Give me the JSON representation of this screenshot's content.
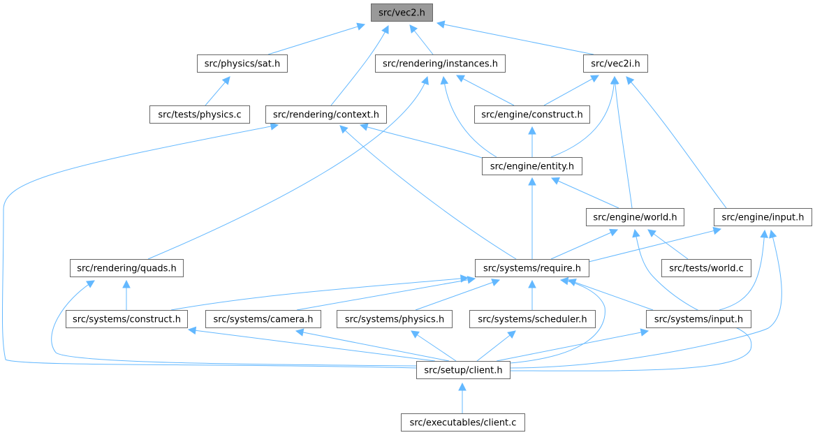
{
  "colors": {
    "edge": "#63b8ff",
    "node_border": "#666666",
    "focus_fill": "#999999",
    "node_fill": "#ffffff"
  },
  "nodes": [
    {
      "id": "vec2_h",
      "label": "src/vec2.h",
      "focus": true
    },
    {
      "id": "physics_sat_h",
      "label": "src/physics/sat.h"
    },
    {
      "id": "rendering_instances_h",
      "label": "src/rendering/instances.h"
    },
    {
      "id": "vec2i_h",
      "label": "src/vec2i.h"
    },
    {
      "id": "tests_physics_c",
      "label": "src/tests/physics.c"
    },
    {
      "id": "rendering_context_h",
      "label": "src/rendering/context.h"
    },
    {
      "id": "engine_construct_h",
      "label": "src/engine/construct.h"
    },
    {
      "id": "engine_entity_h",
      "label": "src/engine/entity.h"
    },
    {
      "id": "engine_world_h",
      "label": "src/engine/world.h"
    },
    {
      "id": "engine_input_h",
      "label": "src/engine/input.h"
    },
    {
      "id": "rendering_quads_h",
      "label": "src/rendering/quads.h"
    },
    {
      "id": "systems_require_h",
      "label": "src/systems/require.h"
    },
    {
      "id": "tests_world_c",
      "label": "src/tests/world.c"
    },
    {
      "id": "systems_construct_h",
      "label": "src/systems/construct.h"
    },
    {
      "id": "systems_camera_h",
      "label": "src/systems/camera.h"
    },
    {
      "id": "systems_physics_h",
      "label": "src/systems/physics.h"
    },
    {
      "id": "systems_scheduler_h",
      "label": "src/systems/scheduler.h"
    },
    {
      "id": "systems_input_h",
      "label": "src/systems/input.h"
    },
    {
      "id": "setup_client_h",
      "label": "src/setup/client.h"
    },
    {
      "id": "executables_client_c",
      "label": "src/executables/client.c"
    }
  ],
  "edges": [
    {
      "from": "physics_sat_h",
      "to": "vec2_h"
    },
    {
      "from": "rendering_context_h",
      "to": "vec2_h"
    },
    {
      "from": "rendering_instances_h",
      "to": "vec2_h"
    },
    {
      "from": "vec2i_h",
      "to": "vec2_h"
    },
    {
      "from": "tests_physics_c",
      "to": "physics_sat_h"
    },
    {
      "from": "engine_construct_h",
      "to": "rendering_instances_h"
    },
    {
      "from": "engine_entity_h",
      "to": "rendering_instances_h"
    },
    {
      "from": "rendering_quads_h",
      "to": "rendering_instances_h"
    },
    {
      "from": "engine_construct_h",
      "to": "vec2i_h"
    },
    {
      "from": "engine_entity_h",
      "to": "vec2i_h"
    },
    {
      "from": "engine_world_h",
      "to": "vec2i_h"
    },
    {
      "from": "engine_input_h",
      "to": "vec2i_h"
    },
    {
      "from": "engine_entity_h",
      "to": "rendering_context_h"
    },
    {
      "from": "systems_require_h",
      "to": "rendering_context_h"
    },
    {
      "from": "setup_client_h",
      "to": "rendering_context_h"
    },
    {
      "from": "engine_entity_h",
      "to": "engine_construct_h"
    },
    {
      "from": "engine_world_h",
      "to": "engine_entity_h"
    },
    {
      "from": "systems_require_h",
      "to": "engine_entity_h"
    },
    {
      "from": "systems_require_h",
      "to": "engine_world_h"
    },
    {
      "from": "tests_world_c",
      "to": "engine_world_h"
    },
    {
      "from": "setup_client_h",
      "to": "engine_world_h"
    },
    {
      "from": "systems_require_h",
      "to": "engine_input_h"
    },
    {
      "from": "systems_input_h",
      "to": "engine_input_h"
    },
    {
      "from": "setup_client_h",
      "to": "engine_input_h"
    },
    {
      "from": "systems_construct_h",
      "to": "rendering_quads_h"
    },
    {
      "from": "setup_client_h",
      "to": "rendering_quads_h"
    },
    {
      "from": "systems_construct_h",
      "to": "systems_require_h"
    },
    {
      "from": "systems_camera_h",
      "to": "systems_require_h"
    },
    {
      "from": "systems_physics_h",
      "to": "systems_require_h"
    },
    {
      "from": "systems_scheduler_h",
      "to": "systems_require_h"
    },
    {
      "from": "systems_input_h",
      "to": "systems_require_h"
    },
    {
      "from": "setup_client_h",
      "to": "systems_require_h"
    },
    {
      "from": "setup_client_h",
      "to": "systems_construct_h"
    },
    {
      "from": "setup_client_h",
      "to": "systems_camera_h"
    },
    {
      "from": "setup_client_h",
      "to": "systems_physics_h"
    },
    {
      "from": "setup_client_h",
      "to": "systems_scheduler_h"
    },
    {
      "from": "setup_client_h",
      "to": "systems_input_h"
    },
    {
      "from": "executables_client_c",
      "to": "setup_client_h"
    }
  ]
}
